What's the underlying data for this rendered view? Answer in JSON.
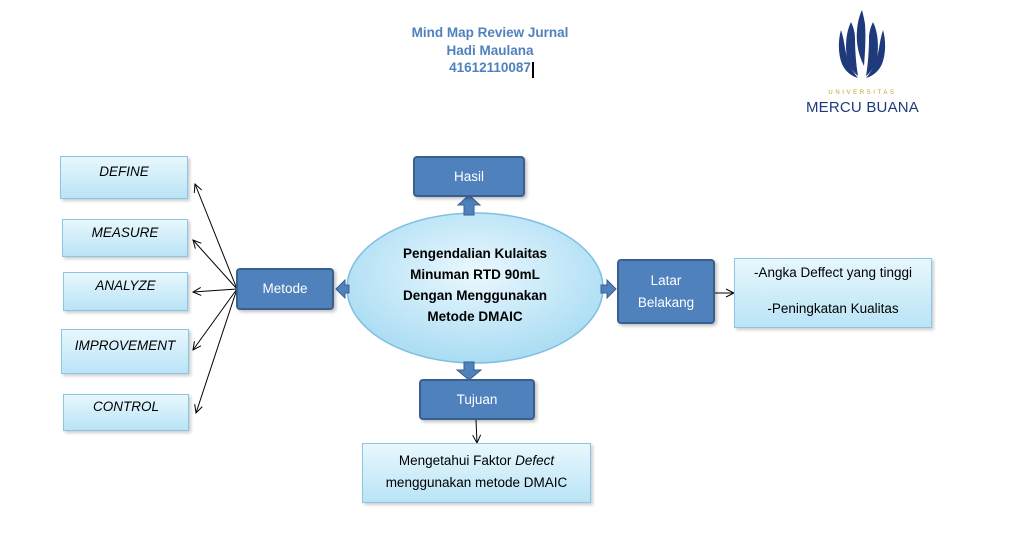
{
  "header": {
    "title": "Mind Map Review Jurnal",
    "author": "Hadi Maulana",
    "student_id": "41612110087"
  },
  "logo": {
    "top_text": "UNIVERSITAS",
    "name": "MERCU BUANA",
    "colors": {
      "blue": "#1f3a7a",
      "gold": "#c9a227"
    }
  },
  "center": {
    "lines": [
      "Pengendalian Kulaitas",
      "Minuman RTD 90mL",
      "Dengan Menggunakan",
      "Metode DMAIC"
    ]
  },
  "nodes": {
    "hasil": "Hasil",
    "metode": "Metode",
    "latar": [
      "Latar",
      "Belakang"
    ],
    "tujuan": "Tujuan"
  },
  "steps": [
    "DEFINE",
    "MEASURE",
    "ANALYZE",
    "IMPROVEMENT",
    "CONTROL"
  ],
  "latar_notes": [
    "-Angka Deffect yang tinggi",
    "-Peningkatan Kualitas"
  ],
  "tujuan_note": {
    "line1_prefix": "Mengetahui Faktor ",
    "line1_italic": "Defect",
    "line2": "menggunakan metode DMAIC"
  },
  "colors": {
    "node_fill": "#4f81bd",
    "node_border": "#3a5f8e",
    "light_fill": "#d4eefa",
    "header_text": "#4f81bd"
  }
}
